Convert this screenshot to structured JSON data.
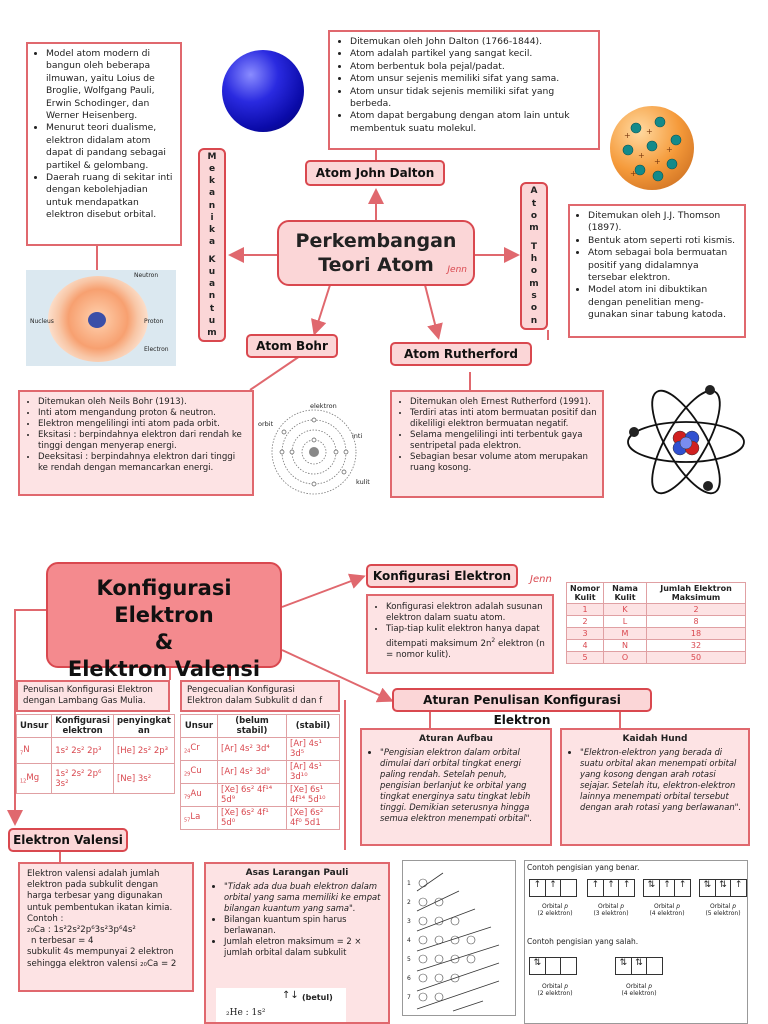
{
  "top": {
    "title_line1": "Perkembangan",
    "title_line2": "Teori Atom",
    "signature": "Jenn",
    "dalton": {
      "label": "Atom John Dalton",
      "items": [
        "Ditemukan oleh John Dalton (1766-1844).",
        "Atom adalah partikel yang sangat kecil.",
        "Atom berbentuk bola pejal/padat.",
        "Atom unsur sejenis memiliki sifat yang sama.",
        "Atom unsur tidak sejenis memiliki sifat yang berbeda.",
        "Atom dapat bergabung dengan atom lain untuk membentuk suatu molekul."
      ]
    },
    "mekanika": {
      "label": "Mekanika Kuantum",
      "letters": [
        "M",
        "e",
        "k",
        "a",
        "n",
        "i",
        "k",
        "a",
        "",
        "K",
        "u",
        "a",
        "n",
        "t",
        "u",
        "m"
      ],
      "items": [
        "Model atom modern di bangun oleh beberapa ilmuwan, yaitu Loius de Broglie, Wolfgang Pauli, Erwin Schodinger, dan Werner Heisenberg.",
        "Menurut teori dualisme, elektron didalam atom dapat di pandang sebagai partikel & gelombang.",
        "Daerah ruang di sekitar inti dengan kebolehjadian untuk mendapatkan elektron disebut orbital."
      ],
      "img_labels": {
        "neutron": "Neutron",
        "nucleus": "Nucleus",
        "proton": "Proton",
        "electron": "Electron"
      }
    },
    "thomson": {
      "letters": [
        "A",
        "t",
        "o",
        "m",
        "",
        "T",
        "h",
        "o",
        "m",
        "s",
        "o",
        "n"
      ],
      "items": [
        "Ditemukan oleh J.J. Thomson (1897).",
        "Bentuk atom seperti roti kismis.",
        "Atom sebagai bola bermuatan positif yang didalamnya tersebar elektron.",
        "Model atom ini dibuktikan dengan penelitian meng-gunakan sinar tabung katoda."
      ]
    },
    "bohr": {
      "label": "Atom Bohr",
      "items": [
        "Ditemukan oleh Neils Bohr (1913).",
        "Inti atom mengandung proton & neutron.",
        "Elektron mengelilingi inti atom pada orbit.",
        "Eksitasi : berpindahnya elektron dari rendah ke tinggi dengan menyerap energi.",
        "Deeksitasi : berpindahnya elektron dari tinggi ke rendah dengan memancarkan energi."
      ],
      "img_labels": {
        "elektron": "elektron",
        "orbit": "orbit",
        "inti": "inti",
        "kulit": "kulit"
      }
    },
    "rutherford": {
      "label": "Atom Rutherford",
      "items": [
        "Ditemukan oleh Ernest Rutherford (1991).",
        "Terdiri atas inti atom bermuatan positif dan dikeliligi elektron bermuatan negatif.",
        "Selama mengelilingi inti terbentuk gaya sentripetal pada elektron.",
        "Sebagian besar volume atom merupakan ruang kosong."
      ]
    }
  },
  "bottom": {
    "title_line1": "Konfigurasi Elektron",
    "title_line2": "&",
    "title_line3": "Elektron Valensi",
    "signature": "Jenn",
    "konfig": {
      "label": "Konfigurasi Elektron",
      "item1": "Konfigurasi elektron adalah susunan elektron dalam suatu atom.",
      "item2_pre": "Tiap-tiap kulit elektron hanya dapat ditempati maksimum 2n",
      "item2_sup": "2",
      "item2_post": " elektron (n = nomor kulit)."
    },
    "kulit_table": {
      "headers": [
        "Nomor Kulit",
        "Nama Kulit",
        "Jumlah Elektron Maksimum"
      ],
      "rows": [
        [
          "1",
          "K",
          "2"
        ],
        [
          "2",
          "L",
          "8"
        ],
        [
          "3",
          "M",
          "18"
        ],
        [
          "4",
          "N",
          "32"
        ],
        [
          "5",
          "O",
          "50"
        ]
      ]
    },
    "gasmulia": {
      "title": "Penulisan Konfigurasi Elektron dengan Lambang Gas Mulia.",
      "headers": [
        "Unsur",
        "Konfigurasi elektron",
        "penyingkat an"
      ],
      "rows": [
        {
          "sub": "7",
          "el": "N",
          "konf": "1s² 2s² 2p³",
          "singkat": "[He] 2s² 2p³"
        },
        {
          "sub": "12",
          "el": "Mg",
          "konf": "1s² 2s² 2p⁶ 3s²",
          "singkat": "[Ne] 3s²"
        }
      ]
    },
    "pengecualian": {
      "title": "Pengecualian Konfigurasi Elektron dalam Subkulit d dan f",
      "headers": [
        "Unsur",
        "(belum stabil)",
        "(stabil)"
      ],
      "rows": [
        {
          "sub": "24",
          "el": "Cr",
          "belum": "[Ar] 4s² 3d⁴",
          "stabil": "[Ar] 4s¹ 3d⁵"
        },
        {
          "sub": "29",
          "el": "Cu",
          "belum": "[Ar] 4s² 3d⁹",
          "stabil": "[Ar] 4s¹ 3d¹⁰"
        },
        {
          "sub": "79",
          "el": "Au",
          "belum": "[Xe] 6s² 4f¹⁴ 5d⁹",
          "stabil": "[Xe] 6s¹ 4f¹⁴ 5d¹⁰"
        },
        {
          "sub": "57",
          "el": "La",
          "belum": "[Xe] 6s² 4f¹ 5d⁰",
          "stabil": "[Xe] 6s² 4f⁰ 5d1"
        }
      ]
    },
    "aturan_label": "Aturan Penulisan Konfigurasi Elektron",
    "aufbau": {
      "title": "Aturan Aufbau",
      "text": "\"Pengisian elektron dalam orbital dimulai dari orbital tingkat energi paling rendah. Setelah penuh, pengisian berlanjut ke orbital yang tingkat energinya satu tingkat lebih tinggi. Demikian seterusnya hingga semua elektron menempati orbital\"."
    },
    "hund": {
      "title": "Kaidah Hund",
      "text": "\"Elektron-elektron yang berada di suatu orbital akan menempati orbital yang kosong dengan arah rotasi sejajar. Setelah itu, elektron-elektron lainnya menempati orbital tersebut dengan arah rotasi yang berlawanan\"."
    },
    "valensi": {
      "label": "Elektron Valensi",
      "text": "Elektron valensi adalah jumlah elektron pada subkulit dengan harga terbesar yang digunakan untuk pembentukan ikatan kimia.",
      "contoh": "Contoh :",
      "example": "₂₀Ca : 1s²2s²2p⁶3s²3p⁶4s²",
      "line2": "n terbesar = 4",
      "line3": "subkulit 4s mempunyai 2 elektron sehingga elektron valensi ₂₀Ca = 2"
    },
    "pauli": {
      "title": "Asas Larangan Pauli",
      "item1": "\"Tidak ada dua buah elektron dalam orbital yang sama memiliki ke empat bilangan kuantum yang sama\".",
      "item2": "Bilangan kuantum spin harus berlawanan.",
      "item3": "Jumlah eletron maksimum = 2 × jumlah orbital dalam subkulit",
      "betul": "(betul)",
      "he": "₂He : 1s²"
    },
    "orbital_examples": {
      "benar_title": "Contoh pengisian yang benar.",
      "salah_title": "Contoh pengisian yang salah.",
      "orbital_word": "Orbital",
      "benar": [
        {
          "p": "p",
          "count": "(2 elektron)"
        },
        {
          "p": "p",
          "count": "(3 elektron)"
        },
        {
          "p": "p",
          "count": "(4 elektron)"
        },
        {
          "p": "p",
          "count": "(5 elektron)"
        }
      ],
      "salah": [
        {
          "p": "p",
          "count": "(2 elektron)"
        },
        {
          "p": "p",
          "count": "(4 elektron)"
        }
      ]
    },
    "aufbau_diagram_levels": [
      "1",
      "2",
      "3",
      "4",
      "5",
      "6",
      "7"
    ]
  }
}
